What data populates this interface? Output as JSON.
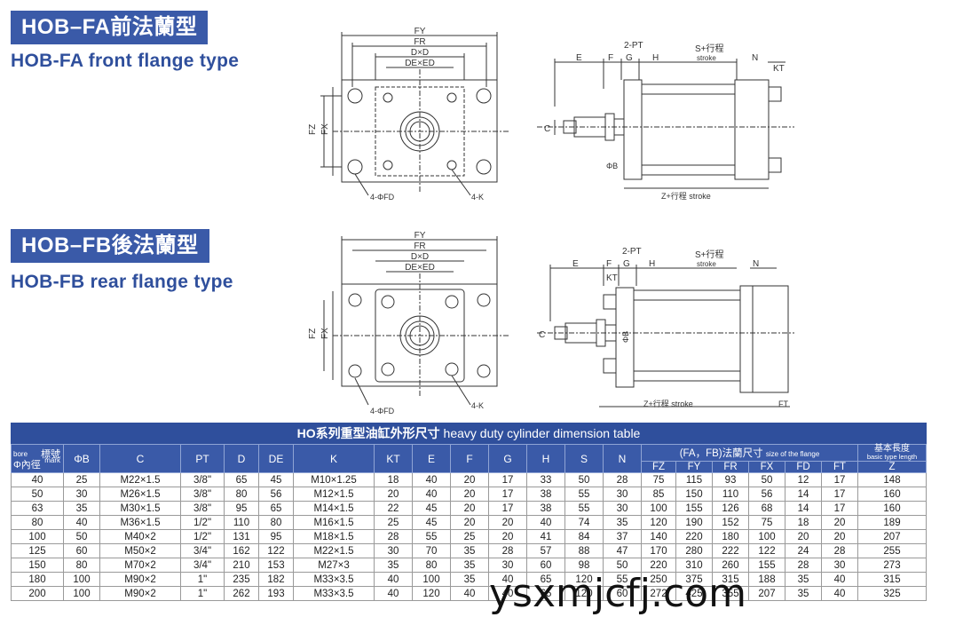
{
  "section_fa": {
    "title": "HOB–FA前法蘭型",
    "subtitle": "HOB-FA front flange type"
  },
  "section_fb": {
    "title": "HOB–FB後法蘭型",
    "subtitle": "HOB-FB rear flange type"
  },
  "labels": {
    "fy": "FY",
    "fr": "FR",
    "dd": "D×D",
    "deed": "DE×ED",
    "fz": "FZ",
    "fx": "FX",
    "fd": "4-ΦFD",
    "k": "4-K",
    "e": "E",
    "f": "F",
    "g": "G",
    "h": "H",
    "pt": "2-PT",
    "s": "S+行程",
    "stroke": "stroke",
    "n": "N",
    "kt": "KT",
    "c": "C",
    "phib": "ΦB",
    "z": "Z+行程 stroke",
    "ft": "FT"
  },
  "table": {
    "title_cn": "HO系列重型油缸外形尺寸",
    "title_en": "heavy duty cylinder dimension table",
    "bore_mark_cn": "標號",
    "bore_mark_en": "mark",
    "bore_cn": "Φ內徑",
    "bore_en": "bore",
    "col_headers": [
      "ΦB",
      "C",
      "PT",
      "D",
      "DE",
      "K",
      "KT",
      "E",
      "F",
      "G",
      "H",
      "S",
      "N"
    ],
    "flange_group_cn": "(FA，FB)法蘭尺寸",
    "flange_group_en": "size of the flange",
    "flange_cols": [
      "FZ",
      "FY",
      "FR",
      "FX",
      "FD",
      "FT"
    ],
    "basic_cn": "基本長度",
    "basic_en": "basic type length",
    "basic_col": "Z",
    "rows": [
      [
        "40",
        "25",
        "M22×1.5",
        "3/8\"",
        "65",
        "45",
        "M10×1.25",
        "18",
        "40",
        "20",
        "17",
        "33",
        "50",
        "28",
        "75",
        "115",
        "93",
        "50",
        "12",
        "17",
        "148"
      ],
      [
        "50",
        "30",
        "M26×1.5",
        "3/8\"",
        "80",
        "56",
        "M12×1.5",
        "20",
        "40",
        "20",
        "17",
        "38",
        "55",
        "30",
        "85",
        "150",
        "110",
        "56",
        "14",
        "17",
        "160"
      ],
      [
        "63",
        "35",
        "M30×1.5",
        "3/8\"",
        "95",
        "65",
        "M14×1.5",
        "22",
        "45",
        "20",
        "17",
        "38",
        "55",
        "30",
        "100",
        "155",
        "126",
        "68",
        "14",
        "17",
        "160"
      ],
      [
        "80",
        "40",
        "M36×1.5",
        "1/2\"",
        "110",
        "80",
        "M16×1.5",
        "25",
        "45",
        "20",
        "20",
        "40",
        "74",
        "35",
        "120",
        "190",
        "152",
        "75",
        "18",
        "20",
        "189"
      ],
      [
        "100",
        "50",
        "M40×2",
        "1/2\"",
        "131",
        "95",
        "M18×1.5",
        "28",
        "55",
        "25",
        "20",
        "41",
        "84",
        "37",
        "140",
        "220",
        "180",
        "100",
        "20",
        "20",
        "207"
      ],
      [
        "125",
        "60",
        "M50×2",
        "3/4\"",
        "162",
        "122",
        "M22×1.5",
        "30",
        "70",
        "35",
        "28",
        "57",
        "88",
        "47",
        "170",
        "280",
        "222",
        "122",
        "24",
        "28",
        "255"
      ],
      [
        "150",
        "80",
        "M70×2",
        "3/4\"",
        "210",
        "153",
        "M27×3",
        "35",
        "80",
        "35",
        "30",
        "60",
        "98",
        "50",
        "220",
        "310",
        "260",
        "155",
        "28",
        "30",
        "273"
      ],
      [
        "180",
        "100",
        "M90×2",
        "1\"",
        "235",
        "182",
        "M33×3.5",
        "40",
        "100",
        "35",
        "40",
        "65",
        "120",
        "55",
        "250",
        "375",
        "315",
        "188",
        "35",
        "40",
        "315"
      ],
      [
        "200",
        "100",
        "M90×2",
        "1\"",
        "262",
        "193",
        "M33×3.5",
        "40",
        "120",
        "40",
        "40",
        "65",
        "120",
        "60",
        "272",
        "425",
        "355",
        "207",
        "35",
        "40",
        "325"
      ]
    ]
  },
  "watermark": "ysxmjcfj.com"
}
